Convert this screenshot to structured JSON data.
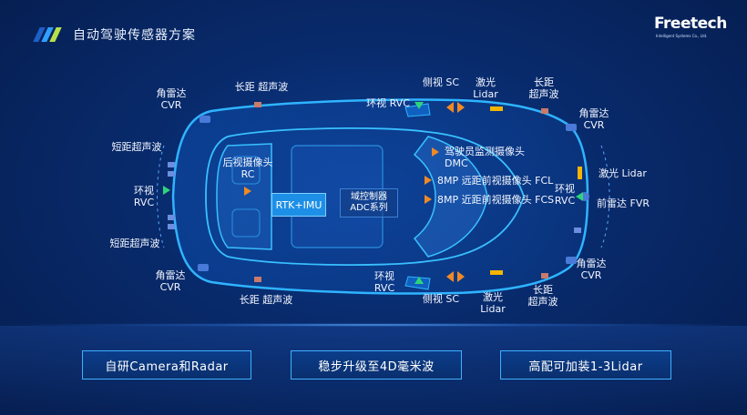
{
  "header": {
    "title": "自动驾驶传感器方案",
    "logo_text": "Freetech",
    "logo_subtitle": "Intelligent Systems Co., Ltd."
  },
  "labels": {
    "cvr_tl": "角雷达\nCVR",
    "lr_top": "长距 超声波",
    "short_top": "短距超声波",
    "rvc_left": "环视\nRVC",
    "short_bottom": "短距超声波",
    "cvr_bl": "角雷达\nCVR",
    "lr_bottom": "长距 超声波",
    "rear_cam": "后视摄像头\nRC",
    "rvc_top": "环视 RVC",
    "side_top": "侧视 SC",
    "lidar_top": "激光\nLidar",
    "lr_top_right": "长距\n超声波",
    "cvr_tr": "角雷达\nCVR",
    "dmc": "驾驶员监测摄像头\nDMC",
    "fcl": "8MP 远距前视摄像头 FCL",
    "fcs": "8MP 近距前视摄像头 FCS",
    "rvc_front": "环视\nRVC",
    "lidar_front": "激光 Lidar",
    "fvr": "前雷达 FVR",
    "rvc_bottom": "环视\nRVC",
    "side_bottom": "侧视 SC",
    "lidar_bottom": "激光\nLidar",
    "lr_bottom_right": "长距\n超声波",
    "cvr_br": "角雷达\nCVR",
    "rtk": "RTK+IMU",
    "adc_line1": "域控制器",
    "adc_line2": "ADC系列"
  },
  "features": [
    "自研Camera和Radar",
    "稳步升级至4D毫米波",
    "高配可加装1-3Lidar"
  ],
  "colors": {
    "background": "#082a6b",
    "car_outline": "#2fb4ff",
    "radar": "#4a7ad9",
    "lidar": "#f5b400",
    "camera_green": "#2ed47a",
    "camera_orange": "#f08a24",
    "ultrasonic": "#c97a6a",
    "accent": "#1e8fe6"
  }
}
